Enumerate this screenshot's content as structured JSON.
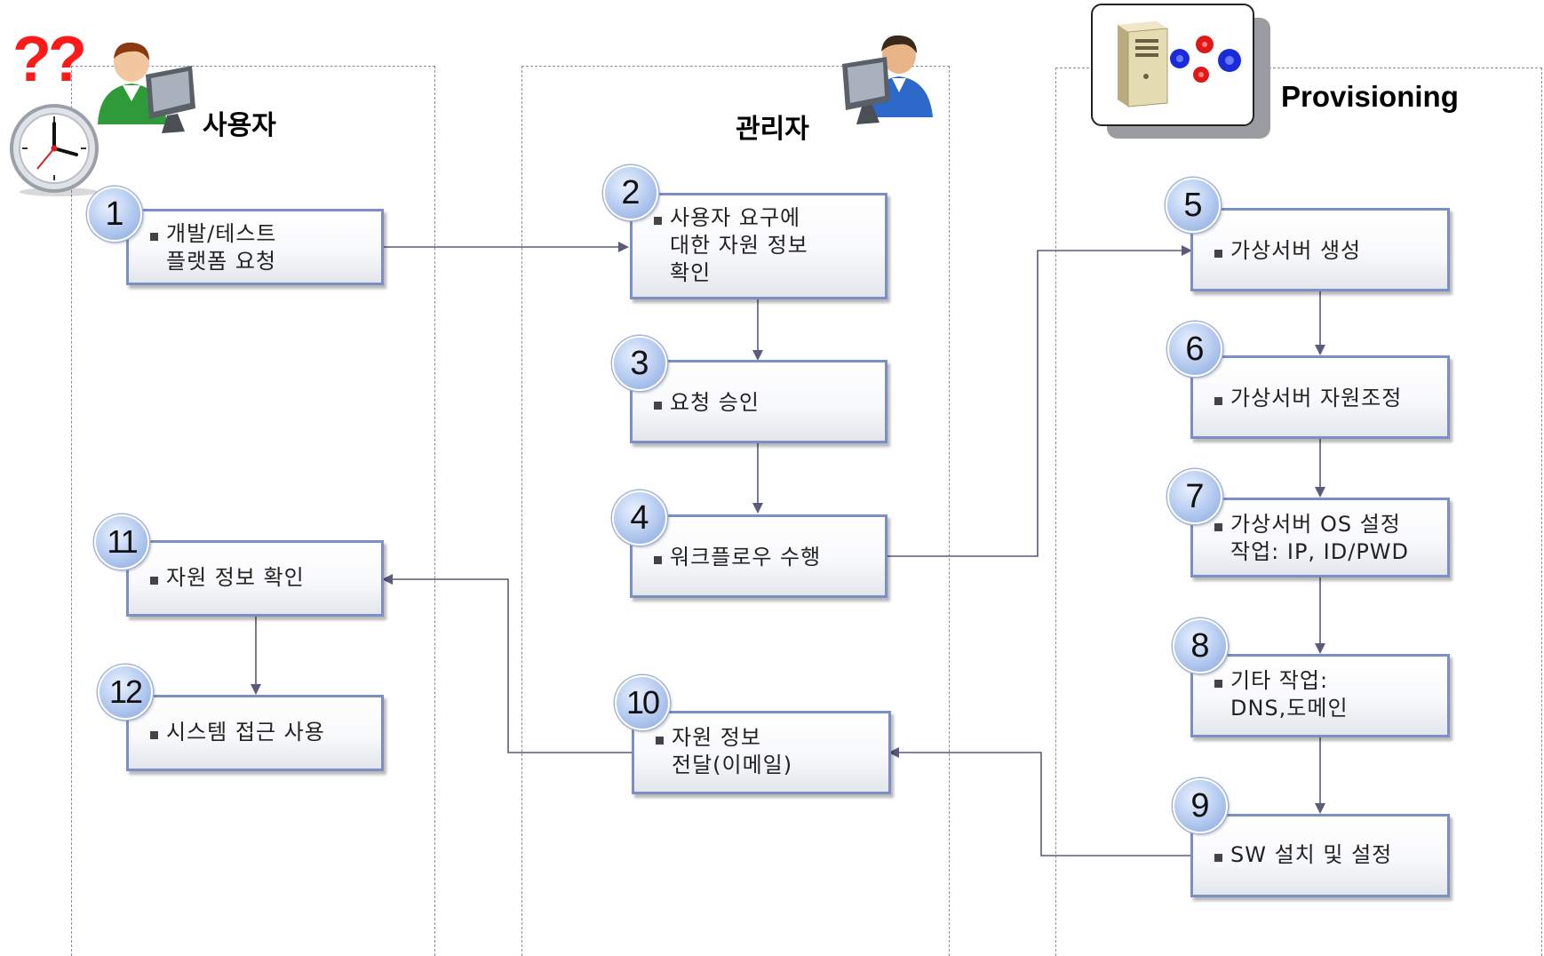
{
  "lanes": {
    "user": {
      "title": "사용자"
    },
    "admin": {
      "title": "관리자"
    },
    "provisioning": {
      "title": "Provisioning"
    }
  },
  "decoration": {
    "question_marks": "??"
  },
  "steps": [
    {
      "num": "1",
      "text": "개발/테스트\n플랫폼 요청"
    },
    {
      "num": "2",
      "text": "사용자 요구에\n대한 자원 정보\n확인"
    },
    {
      "num": "3",
      "text": "요청 승인"
    },
    {
      "num": "4",
      "text": "워크플로우 수행"
    },
    {
      "num": "5",
      "text": "가상서버 생성"
    },
    {
      "num": "6",
      "text": "가상서버 자원조정"
    },
    {
      "num": "7",
      "text": "가상서버 OS 설정\n작업: IP, ID/PWD"
    },
    {
      "num": "8",
      "text": "기타 작업:\nDNS,도메인"
    },
    {
      "num": "9",
      "text": "SW 설치 및 설정"
    },
    {
      "num": "10",
      "text": "자원 정보\n전달(이메일)"
    },
    {
      "num": "11",
      "text": "자원 정보 확인"
    },
    {
      "num": "12",
      "text": "시스템 접근 사용"
    }
  ],
  "colors": {
    "box_border": "#7c8fc4",
    "arrow": "#5a5a7a",
    "question": "#ff1a1a",
    "lane_border": "#8a8aa8"
  },
  "icons": [
    "clock-icon",
    "user-at-computer-icon",
    "admin-at-computer-icon",
    "server-tower-icon",
    "virtual-machines-icon"
  ]
}
